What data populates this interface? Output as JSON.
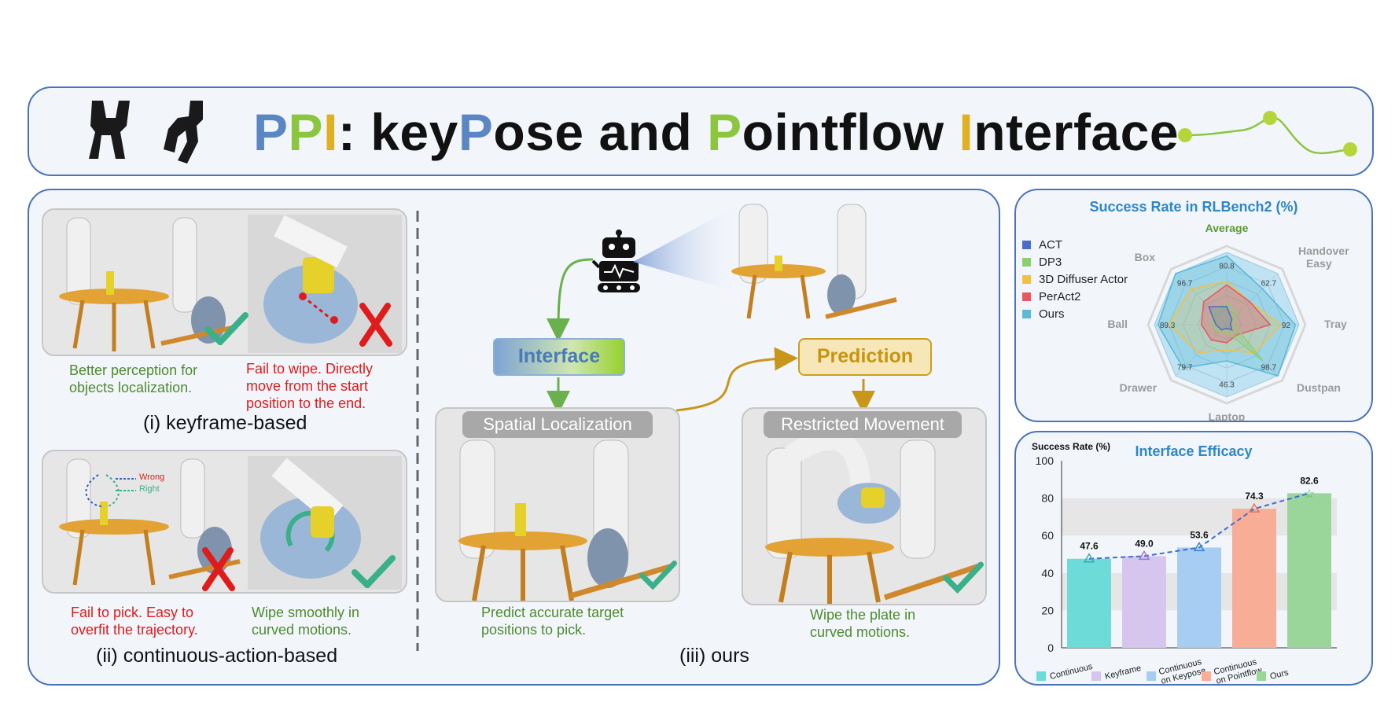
{
  "header": {
    "title_parts": [
      {
        "text": "P",
        "color": "#5b86c4"
      },
      {
        "text": "P",
        "color": "#8cc63f"
      },
      {
        "text": "I",
        "color": "#e0b020"
      },
      {
        "text": ": key",
        "color": "#111111"
      },
      {
        "text": "P",
        "color": "#5b86c4"
      },
      {
        "text": "ose and ",
        "color": "#111111"
      },
      {
        "text": "P",
        "color": "#8cc63f"
      },
      {
        "text": "ointflow ",
        "color": "#111111"
      },
      {
        "text": "I",
        "color": "#e0b020"
      },
      {
        "text": "nterface",
        "color": "#111111"
      }
    ]
  },
  "left": {
    "keyframe": {
      "caption_good": "Better perception for objects localization.",
      "caption_bad": "Fail to wipe. Directly move from the start position to the end.",
      "label": "(i) keyframe-based"
    },
    "continuous": {
      "legend_wrong": "Wrong",
      "legend_right": "Right",
      "caption_bad": "Fail to pick. Easy to overfit the trajectory.",
      "caption_good": "Wipe smoothly in curved motions.",
      "label": "(ii) continuous-action-based"
    }
  },
  "ours": {
    "interface": "Interface",
    "prediction": "Prediction",
    "spatial": "Spatial Localization",
    "restricted": "Restricted Movement",
    "caption_spatial": "Predict accurate target positions to pick.",
    "caption_restricted": "Wipe the plate in curved motions.",
    "label": "(iii) ours"
  },
  "radar": {
    "title": "Success Rate in RLBench2 (%)",
    "legend": [
      {
        "name": "ACT",
        "color": "#4a6cc8"
      },
      {
        "name": "DP3",
        "color": "#8ccf6e"
      },
      {
        "name": "3D Diffuser Actor",
        "color": "#f5c042"
      },
      {
        "name": "PerAct2",
        "color": "#e8575f"
      },
      {
        "name": "Ours",
        "color": "#5bb8d6"
      }
    ],
    "axes": [
      "Average",
      "Handover Easy",
      "Tray",
      "Dustpan",
      "Laptop",
      "Drawer",
      "Ball",
      "Box"
    ],
    "ours_values": [
      "80.8",
      "62.7",
      "92",
      "98.7",
      "46.3",
      "79.7",
      "89.3",
      "96.7"
    ]
  },
  "chart_data": {
    "type": "bar",
    "title": "Interface Efficacy",
    "ylabel": "Success Rate (%)",
    "categories": [
      "Continuous",
      "Keyframe",
      "Continuous on Keypose",
      "Continuous on Pointflow",
      "Ours"
    ],
    "values": [
      47.6,
      49.0,
      53.6,
      74.3,
      82.6
    ],
    "value_labels": [
      "47.6",
      "49.0",
      "53.6",
      "74.3",
      "82.6"
    ],
    "colors": [
      "#6ddbd8",
      "#d6c6ee",
      "#a8cdf2",
      "#f7ad96",
      "#9ad69a"
    ],
    "ylim": [
      0,
      100
    ],
    "yticks": [
      "0",
      "20",
      "40",
      "60",
      "80",
      "100"
    ],
    "legend_labels": [
      "Continuous",
      "Keyframe",
      "Continuous on Keypose",
      "Continuous on Pointflow",
      "Ours"
    ]
  }
}
